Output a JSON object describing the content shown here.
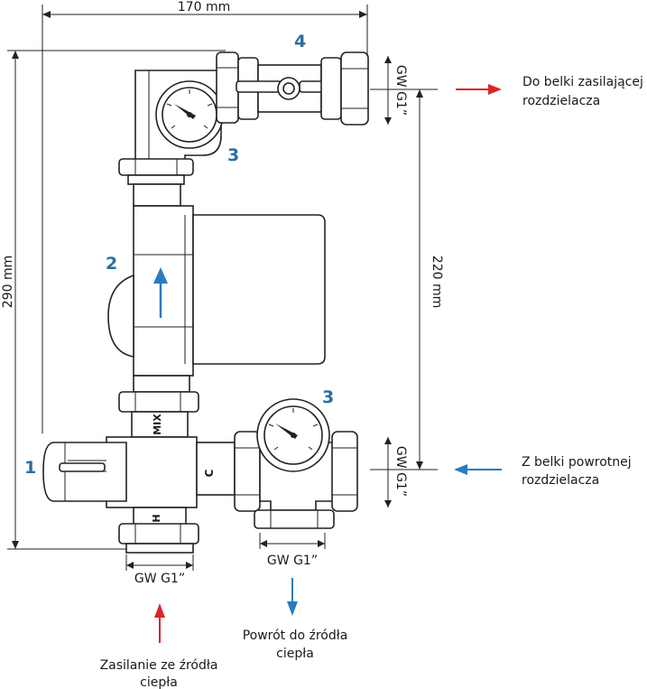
{
  "dimensions": {
    "width_total": "170 mm",
    "height_total": "290 mm",
    "axis_spacing": "220 mm",
    "thread_top_right": "GW G1”",
    "thread_mid_right": "GW G1”",
    "thread_bottom_left": "GW G1”",
    "thread_bottom_right": "GW G1”"
  },
  "callouts": {
    "c1": "1",
    "c2": "2",
    "c3_top": "3",
    "c3_bottom": "3",
    "c4": "4"
  },
  "valve_markings": {
    "mix": "MIX",
    "c": "C",
    "h": "H"
  },
  "flows": {
    "supply_out_line1": "Do belki zasilającej",
    "supply_out_line2": "rozdzielacza",
    "return_in_line1": "Z belki powrotnej",
    "return_in_line2": "rozdzielacza",
    "return_out_line1": "Powrót do źródła",
    "return_out_line2": "ciepła",
    "supply_in_line1": "Zasilanie ze źródła",
    "supply_in_line2": "ciepła"
  },
  "colors": {
    "red_arrow": "#d9262c",
    "blue_arrow": "#2b7bc0",
    "callout": "#2b6fa0"
  }
}
